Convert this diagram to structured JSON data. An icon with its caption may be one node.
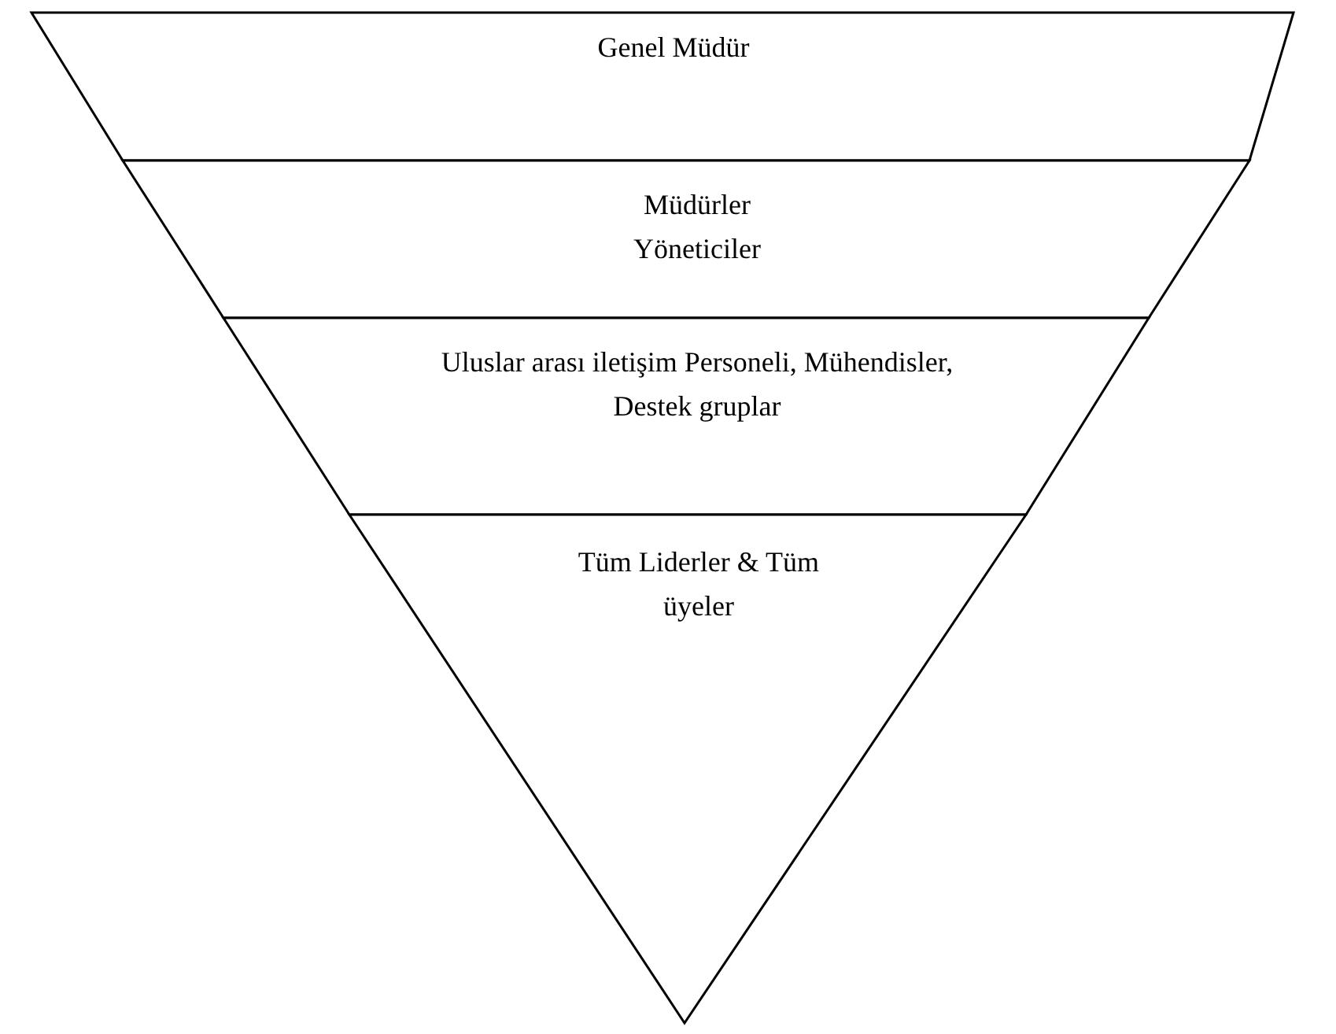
{
  "diagram": {
    "nodes": [
      {
        "text": [
          "Genel Müdür"
        ]
      },
      {
        "text": [
          "Müdürler Yöneticiler"
        ]
      },
      {
        "text": [
          "Uluslar arası iletişim Personeli, Mühendisler, Destek gruplar"
        ]
      },
      {
        "text": [
          "Tüm Liderler & Tüm üyeler"
        ]
      }
    ],
    "edges": []
  }
}
